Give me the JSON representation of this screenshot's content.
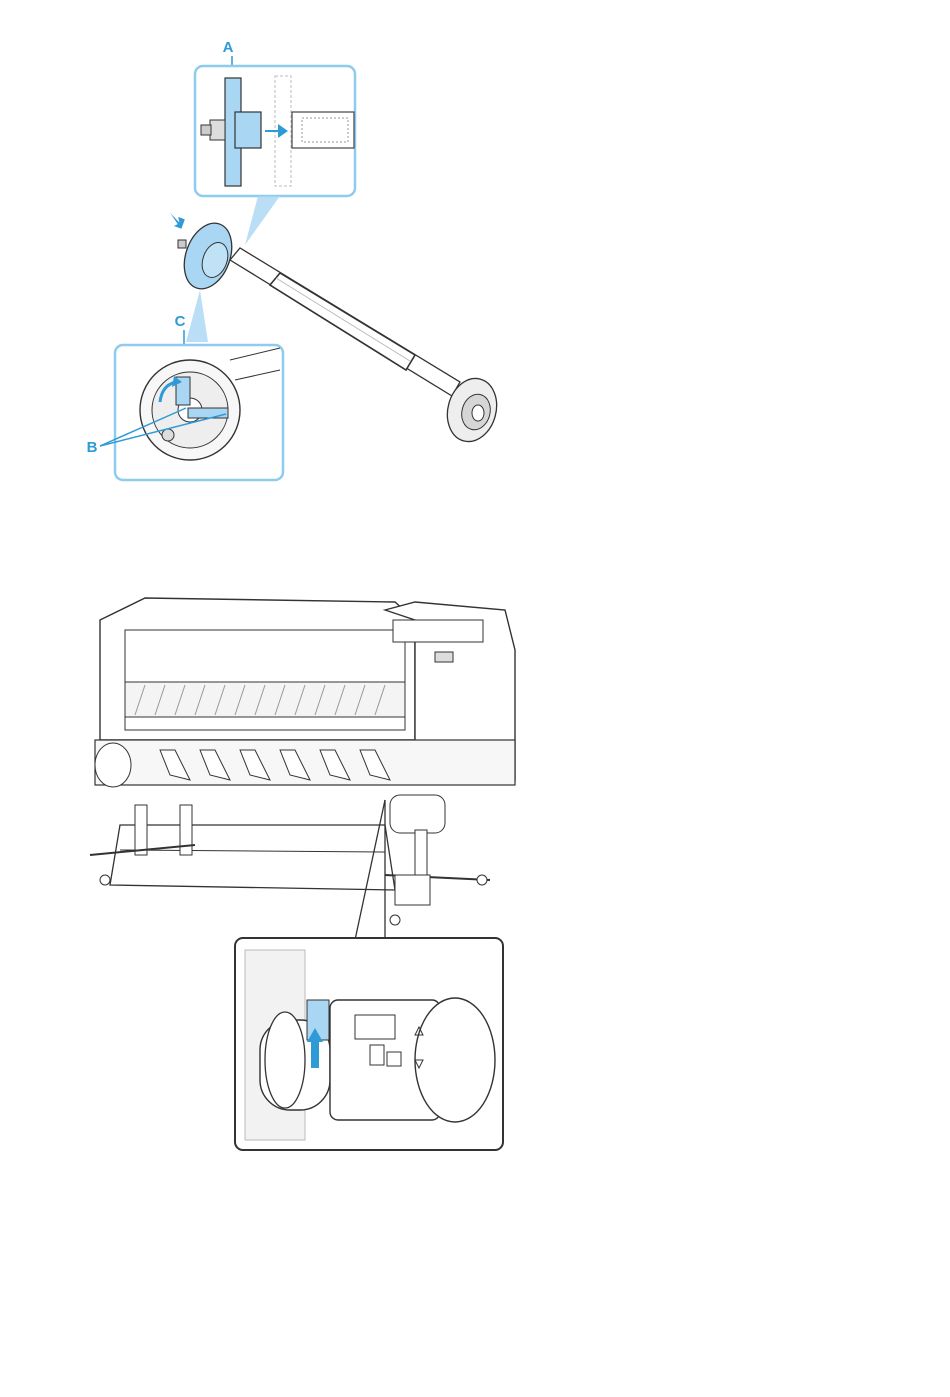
{
  "figure1": {
    "callout_a": "A",
    "callout_b": "B",
    "callout_c": "C"
  },
  "colors": {
    "accent_blue": "#2e9bd6",
    "light_blue": "#a9d6f2",
    "inset_border": "#8ecbef",
    "line": "#333333",
    "panel": "#ffffff"
  }
}
